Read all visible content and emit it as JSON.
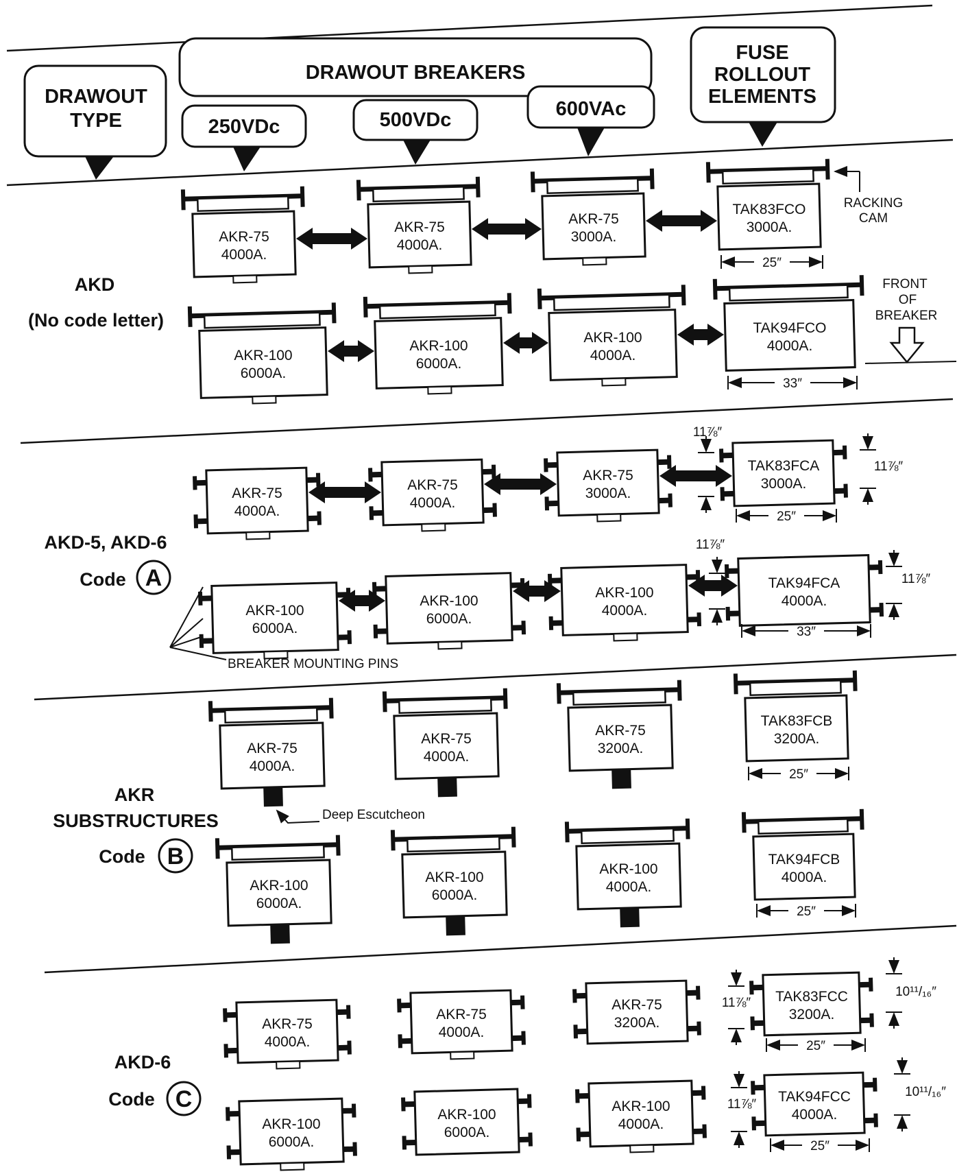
{
  "header": {
    "drawout_type": [
      "DRAWOUT",
      "TYPE"
    ],
    "drawout_breakers": "DRAWOUT BREAKERS",
    "col_250": "250VDc",
    "col_500": "500VDc",
    "col_600": "600VAc",
    "fuse_rollout": [
      "FUSE",
      "ROLLOUT",
      "ELEMENTS"
    ]
  },
  "sections": {
    "akd": {
      "line1": "AKD",
      "line2": "(No code letter)"
    },
    "akd56": {
      "line1": "AKD-5, AKD-6",
      "code_word": "Code",
      "code_letter": "A"
    },
    "akr_sub": {
      "line1": "AKR",
      "line2": "SUBSTRUCTURES",
      "code_word": "Code",
      "code_letter": "B"
    },
    "akd6": {
      "line1": "AKD-6",
      "code_word": "Code",
      "code_letter": "C"
    }
  },
  "units": {
    "akd_r1": [
      [
        "AKR-75",
        "4000A."
      ],
      [
        "AKR-75",
        "4000A."
      ],
      [
        "AKR-75",
        "3000A."
      ],
      [
        "TAK83FCO",
        "3000A."
      ]
    ],
    "akd_r2": [
      [
        "AKR-100",
        "6000A."
      ],
      [
        "AKR-100",
        "6000A."
      ],
      [
        "AKR-100",
        "4000A."
      ],
      [
        "TAK94FCO",
        "4000A."
      ]
    ],
    "a_r1": [
      [
        "AKR-75",
        "4000A."
      ],
      [
        "AKR-75",
        "4000A."
      ],
      [
        "AKR-75",
        "3000A."
      ],
      [
        "TAK83FCA",
        "3000A."
      ]
    ],
    "a_r2": [
      [
        "AKR-100",
        "6000A."
      ],
      [
        "AKR-100",
        "6000A."
      ],
      [
        "AKR-100",
        "4000A."
      ],
      [
        "TAK94FCA",
        "4000A."
      ]
    ],
    "b_r1": [
      [
        "AKR-75",
        "4000A."
      ],
      [
        "AKR-75",
        "4000A."
      ],
      [
        "AKR-75",
        "3200A."
      ],
      [
        "TAK83FCB",
        "3200A."
      ]
    ],
    "b_r2": [
      [
        "AKR-100",
        "6000A."
      ],
      [
        "AKR-100",
        "6000A."
      ],
      [
        "AKR-100",
        "4000A."
      ],
      [
        "TAK94FCB",
        "4000A."
      ]
    ],
    "c_r1": [
      [
        "AKR-75",
        "4000A."
      ],
      [
        "AKR-75",
        "4000A."
      ],
      [
        "AKR-75",
        "3200A."
      ],
      [
        "TAK83FCC",
        "3200A."
      ]
    ],
    "c_r2": [
      [
        "AKR-100",
        "6000A."
      ],
      [
        "AKR-100",
        "6000A."
      ],
      [
        "AKR-100",
        "4000A."
      ],
      [
        "TAK94FCC",
        "4000A."
      ]
    ]
  },
  "annotations": {
    "racking_cam": [
      "RACKING",
      "CAM"
    ],
    "front_of_breaker": [
      "FRONT",
      "OF",
      "BREAKER"
    ],
    "breaker_mounting_pins": "BREAKER MOUNTING PINS",
    "deep_escutcheon": "Deep Escutcheon"
  },
  "dimensions": {
    "d25": "25″",
    "d33": "33″",
    "d11_7_8": "11⅞″",
    "d10_11_16": "10¹¹/₁₆″"
  }
}
